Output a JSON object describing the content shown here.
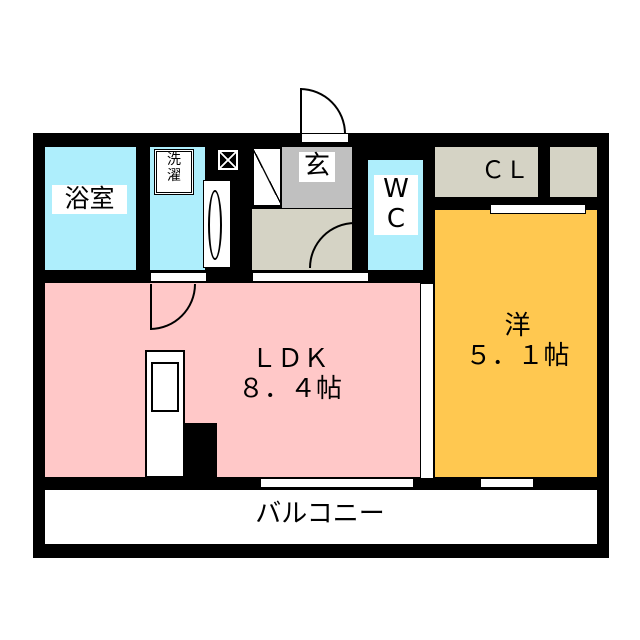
{
  "rooms": {
    "bath": {
      "label": "浴室",
      "color": "#aeeefc"
    },
    "washer": {
      "label": "洗\n濯"
    },
    "entrance": {
      "label": "玄",
      "color": "#c0c0c0"
    },
    "hall": {
      "color": "#d5d3c5"
    },
    "wc": {
      "label": "W\nC",
      "color": "#aeeefc"
    },
    "closet": {
      "label": "ＣＬ",
      "color": "#d5d3c5"
    },
    "western": {
      "label": "洋\n５．１帖",
      "color": "#ffc850"
    },
    "ldk": {
      "label": "ＬＤＫ\n８．４帖",
      "color": "#ffc8c8"
    },
    "balcony": {
      "label": "バルコニー"
    }
  }
}
